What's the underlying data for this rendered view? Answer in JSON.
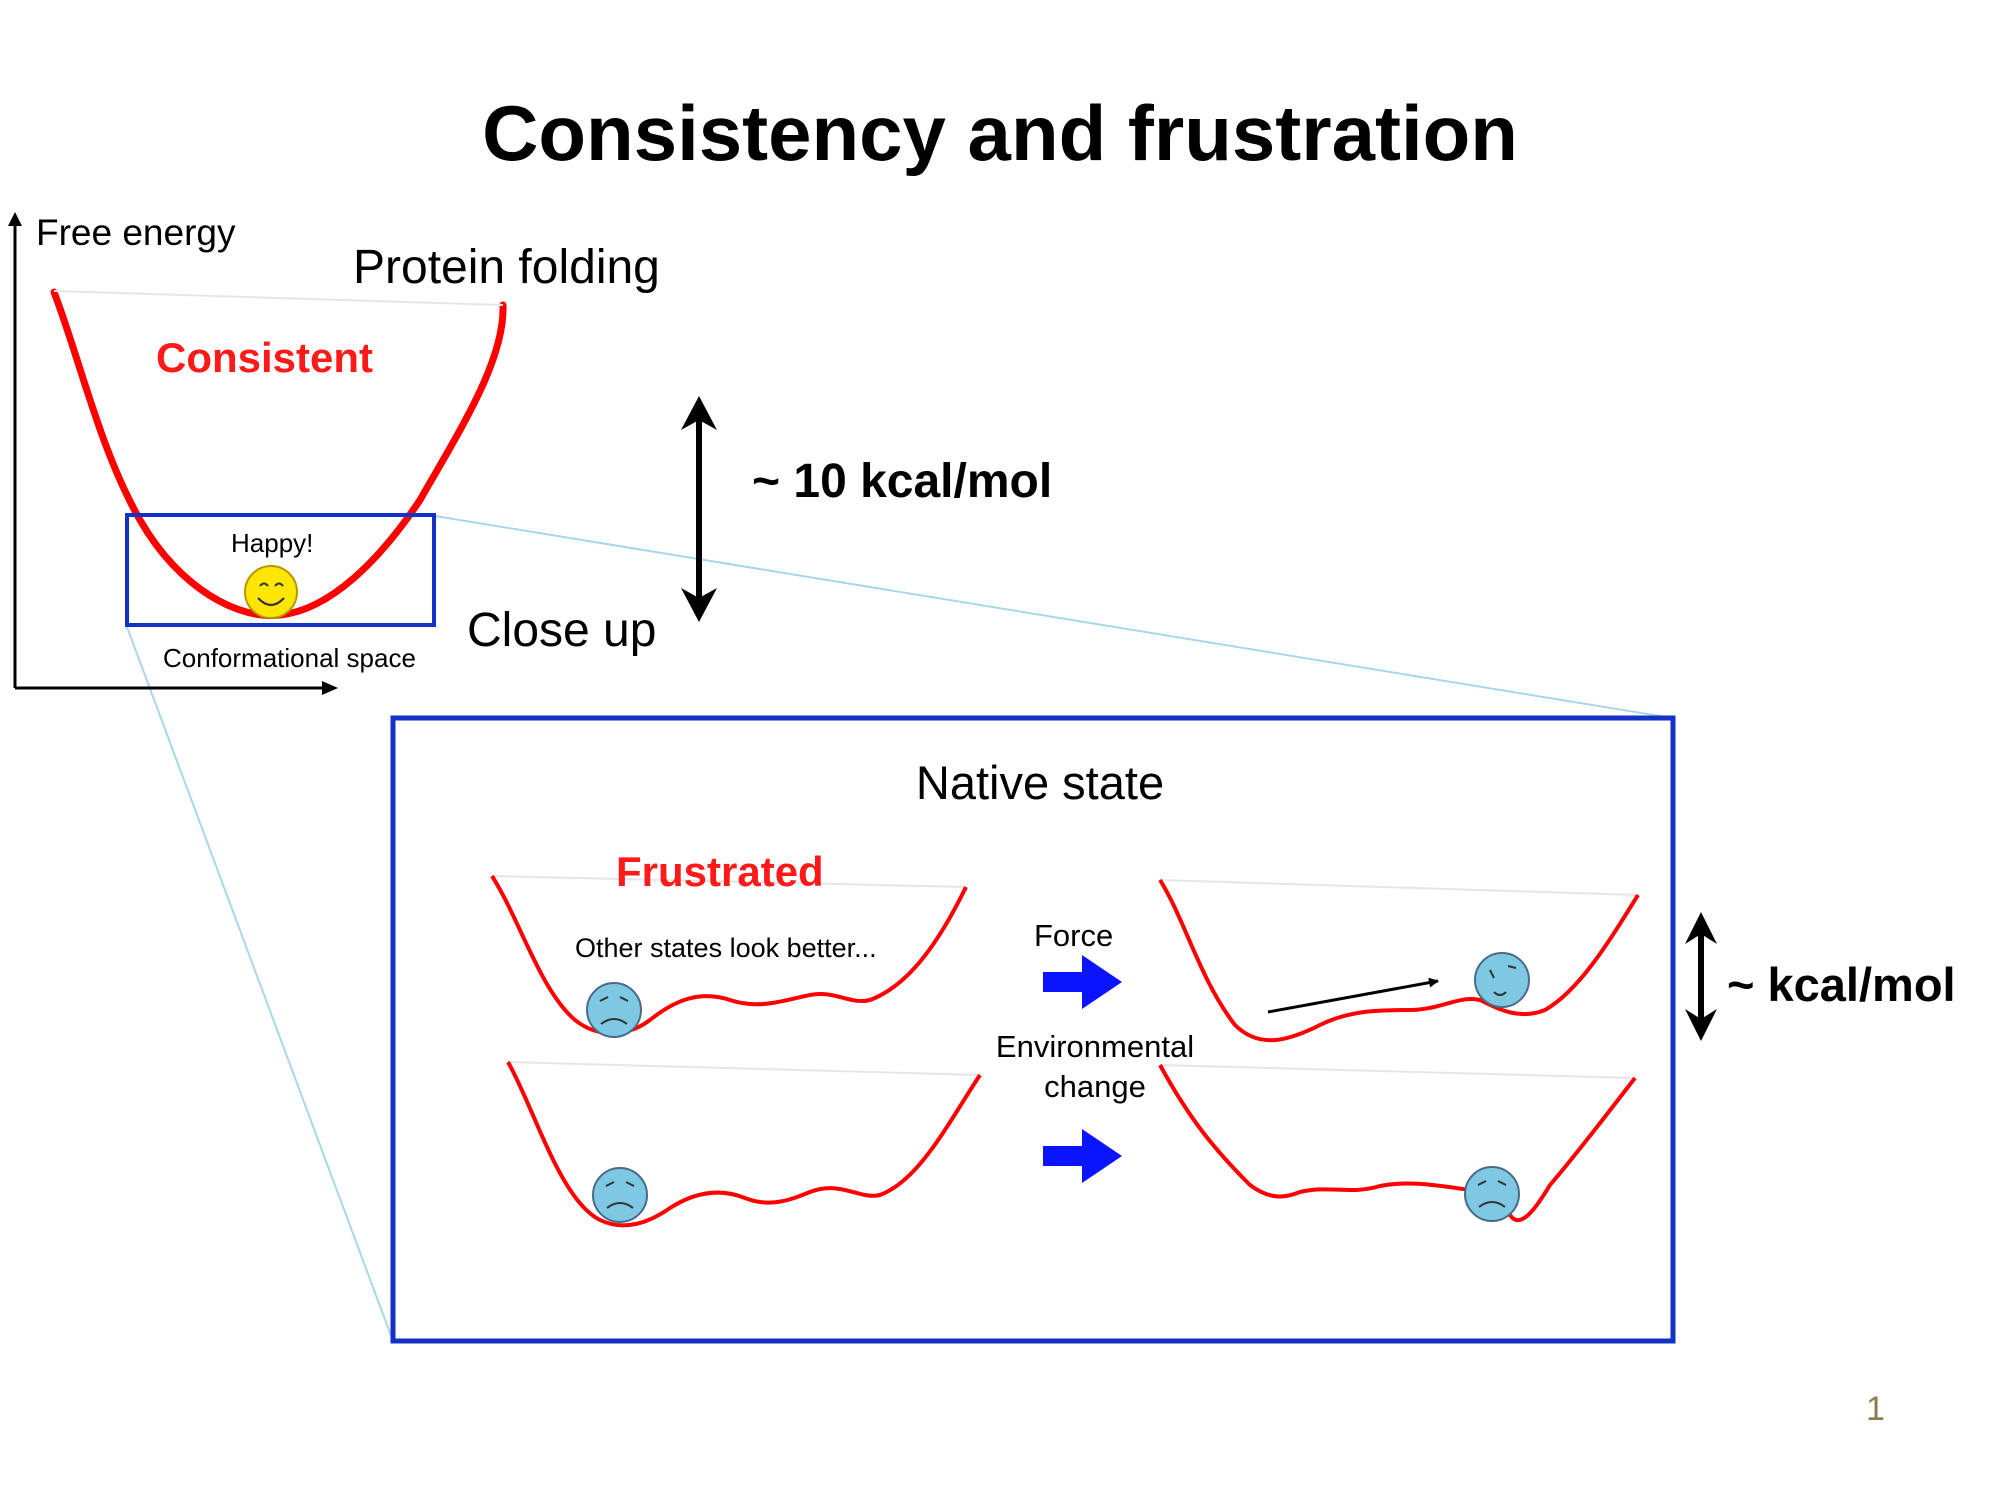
{
  "slide": {
    "title": "Consistency and frustration",
    "page_number": "1"
  },
  "landscape": {
    "y_axis_label": "Free energy",
    "x_axis_label": "Conformational space",
    "heading": "Protein folding",
    "state_label": "Consistent",
    "face_label": "Happy!",
    "face_icon": "happy-face-icon",
    "energy_scale": "~ 10 kcal/mol",
    "close_up_label": "Close up"
  },
  "close_up": {
    "heading": "Native state",
    "state_label": "Frustrated",
    "note": "Other states look better...",
    "transitions": [
      {
        "label": "Force"
      },
      {
        "label_line1": "Environmental",
        "label_line2": "change"
      }
    ],
    "energy_scale": "~ kcal/mol",
    "face_icon": "worried-face-icon"
  },
  "colors": {
    "curve": "#ff0000",
    "box": "#1432c8",
    "arrow": "#0a14ff",
    "face_happy": "#ffe600",
    "face_worried": "#7ec8e3",
    "zoom_lines": "#a8d8e8",
    "page_number": "#8b7d4e"
  }
}
